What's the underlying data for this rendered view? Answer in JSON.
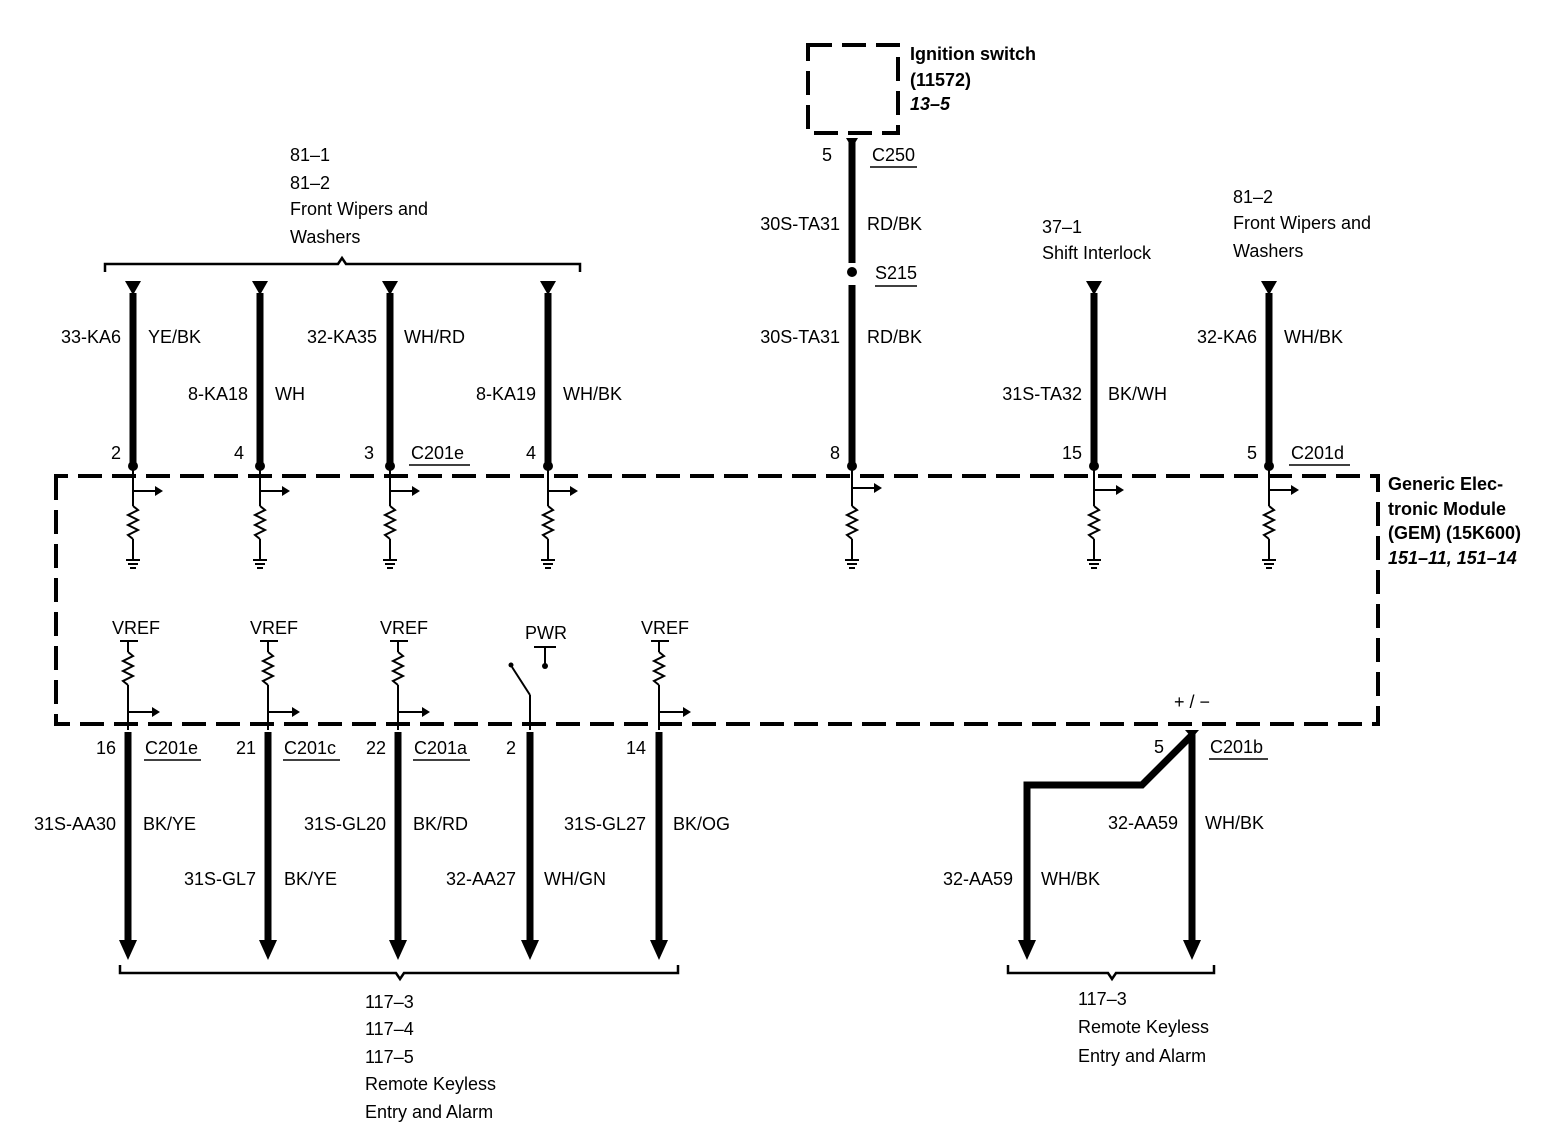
{
  "ignition": {
    "title": "Ignition switch",
    "part": "(11572)",
    "ref": "13–5",
    "pin": "5",
    "connector": "C250",
    "wire_upper_circuit": "30S-TA31",
    "wire_upper_color": "RD/BK",
    "splice": "S215",
    "wire_lower_circuit": "30S-TA31",
    "wire_lower_color": "RD/BK",
    "gem_pin": "8"
  },
  "wipers_group": {
    "ref1": "81–1",
    "ref2": "81–2",
    "line1": "Front Wipers and",
    "line2": "Washers"
  },
  "top_inputs": [
    {
      "pin": "2",
      "circuit": "33-KA6",
      "color": "YE/BK"
    },
    {
      "pin": "4",
      "circuit": "8-KA18",
      "color": "WH"
    },
    {
      "pin": "3",
      "circuit": "32-KA35",
      "color": "WH/RD",
      "connector": "C201e"
    },
    {
      "pin": "4",
      "circuit": "8-KA19",
      "color": "WH/BK"
    }
  ],
  "shift_interlock": {
    "ref": "37–1",
    "name": "Shift Interlock",
    "circuit": "31S-TA32",
    "color": "BK/WH",
    "pin": "15"
  },
  "right_wipers": {
    "ref": "81–2",
    "line1": "Front Wipers and",
    "line2": "Washers",
    "circuit": "32-KA6",
    "color": "WH/BK",
    "pin": "5",
    "connector": "C201d"
  },
  "gem": {
    "line1": "Generic Elec-",
    "line2": "tronic Module",
    "line3": "(GEM) (15K600)",
    "ref": "151–11, 151–14"
  },
  "internal_labels": {
    "vref": "VREF",
    "pwr": "PWR",
    "polarity": "+ / −"
  },
  "bottom_outputs": [
    {
      "pin": "16",
      "connector": "C201e",
      "circuit": "31S-AA30",
      "color": "BK/YE"
    },
    {
      "pin": "21",
      "connector": "C201c",
      "circuit": "31S-GL7",
      "color": "BK/YE"
    },
    {
      "pin": "22",
      "connector": "C201a",
      "circuit": "31S-GL20",
      "color": "BK/RD"
    },
    {
      "pin": "2",
      "circuit": "32-AA27",
      "color": "WH/GN"
    },
    {
      "pin": "14",
      "circuit": "31S-GL27",
      "color": "BK/OG"
    }
  ],
  "keyless_output": {
    "pin": "5",
    "connector": "C201b",
    "circuit_right": "32-AA59",
    "color_right": "WH/BK",
    "circuit_left": "32-AA59",
    "color_left": "WH/BK"
  },
  "remote_group_left": {
    "ref1": "117–3",
    "ref2": "117–4",
    "ref3": "117–5",
    "line1": "Remote Keyless",
    "line2": "Entry and Alarm"
  },
  "remote_group_right": {
    "ref1": "117–3",
    "line1": "Remote Keyless",
    "line2": "Entry and Alarm"
  }
}
